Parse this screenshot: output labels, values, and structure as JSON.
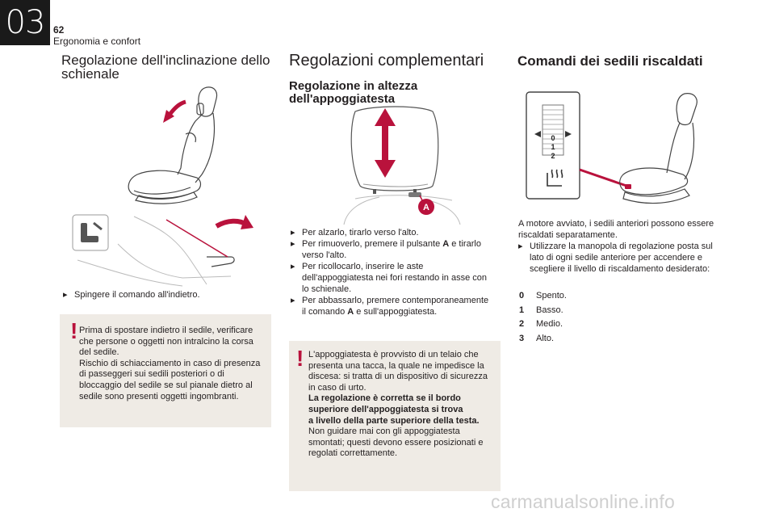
{
  "header": {
    "chapter": "03",
    "page_number": "62",
    "section": "Ergonomia e confort"
  },
  "col1": {
    "title": "Regolazione dell'inclinazione dello schienale",
    "instruction": "Spingere il comando all'indietro.",
    "warning": [
      "Prima di spostare indietro il sedile, verificare",
      "che persone o oggetti non intralcino la corsa",
      "del sedile.",
      "Rischio di schiacciamento in caso di presenza",
      "di passeggeri sui sedili posteriori o di",
      "bloccaggio del sedile se sul pianale dietro al",
      "sedile sono presenti oggetti ingombranti."
    ]
  },
  "col2": {
    "title": "Regolazioni complementari",
    "subtitle": "Regolazione in altezza dell'appoggiatesta",
    "callout_label": "A",
    "instructions": [
      {
        "lines": [
          "Per alzarlo, tirarlo verso l'alto."
        ]
      },
      {
        "pre": "Per rimuoverlo, premere il pulsante ",
        "bold": "A",
        "post": " e tirarlo",
        "lines": [
          "verso l'alto."
        ]
      },
      {
        "lines": [
          "Per ricollocarlo, inserire le aste",
          "dell'appoggiatesta nei fori restando in asse con",
          "lo schienale."
        ]
      },
      {
        "lines": [
          "Per abbassarlo, premere contemporaneamente"
        ],
        "pre2": "il comando ",
        "bold2": "A",
        "post2": " e sull'appoggiatesta."
      }
    ],
    "warning_normal_1": [
      "L'appoggiatesta è provvisto di un telaio che",
      "presenta una tacca, la quale ne impedisce la",
      "discesa: si tratta di un dispositivo di sicurezza",
      "in caso di urto."
    ],
    "warning_bold": [
      "La regolazione è corretta se il bordo",
      "superiore dell'appoggiatesta si trova",
      "a livello della parte superiore della testa."
    ],
    "warning_normal_2": [
      "Non guidare mai con gli appoggiatesta",
      "smontati; questi devono essere posizionati e",
      "regolati correttamente."
    ]
  },
  "col3": {
    "title": "Comandi dei sedili riscaldati",
    "intro": [
      "A motore avviato, i sedili anteriori possono essere",
      "riscaldati separatamente."
    ],
    "instruction": [
      "Utilizzare la manopola di regolazione posta sul",
      "lato di ogni sedile anteriore per accendere e",
      "scegliere il livello di riscaldamento desiderato:"
    ],
    "dial_numbers": [
      "0",
      "1",
      "2"
    ],
    "levels": [
      {
        "level": "0",
        "desc": "Spento."
      },
      {
        "level": "1",
        "desc": "Basso."
      },
      {
        "level": "2",
        "desc": "Medio."
      },
      {
        "level": "3",
        "desc": "Alto."
      }
    ]
  },
  "bullet_glyph": "",
  "warning_glyph": "!",
  "watermark": "carmanualsonline.info",
  "colors": {
    "accent": "#b9123c",
    "warning_bg": "#efebe5",
    "chapter_tab": "#1a1a1a",
    "text": "#231f20"
  }
}
